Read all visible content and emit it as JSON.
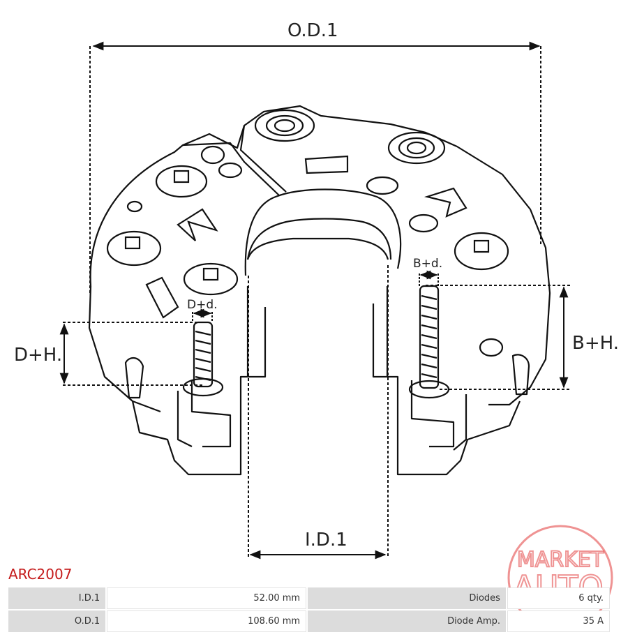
{
  "part_code": "ARC2007",
  "dimension_labels": {
    "od": "O.D.1",
    "id": "I.D.1",
    "dh": "D+H.",
    "bh": "B+H.",
    "dd": "D+d.",
    "bd": "B+d."
  },
  "specs": [
    {
      "label": "I.D.1",
      "value": "52.00 mm",
      "label2": "Diodes",
      "value2": "6 qty."
    },
    {
      "label": "O.D.1",
      "value": "108.60 mm",
      "label2": "Diode Amp.",
      "value2": "35 A"
    }
  ],
  "watermark": {
    "line1": "MARKET",
    "line2": "AUTO",
    "color": "#e23b3b"
  }
}
